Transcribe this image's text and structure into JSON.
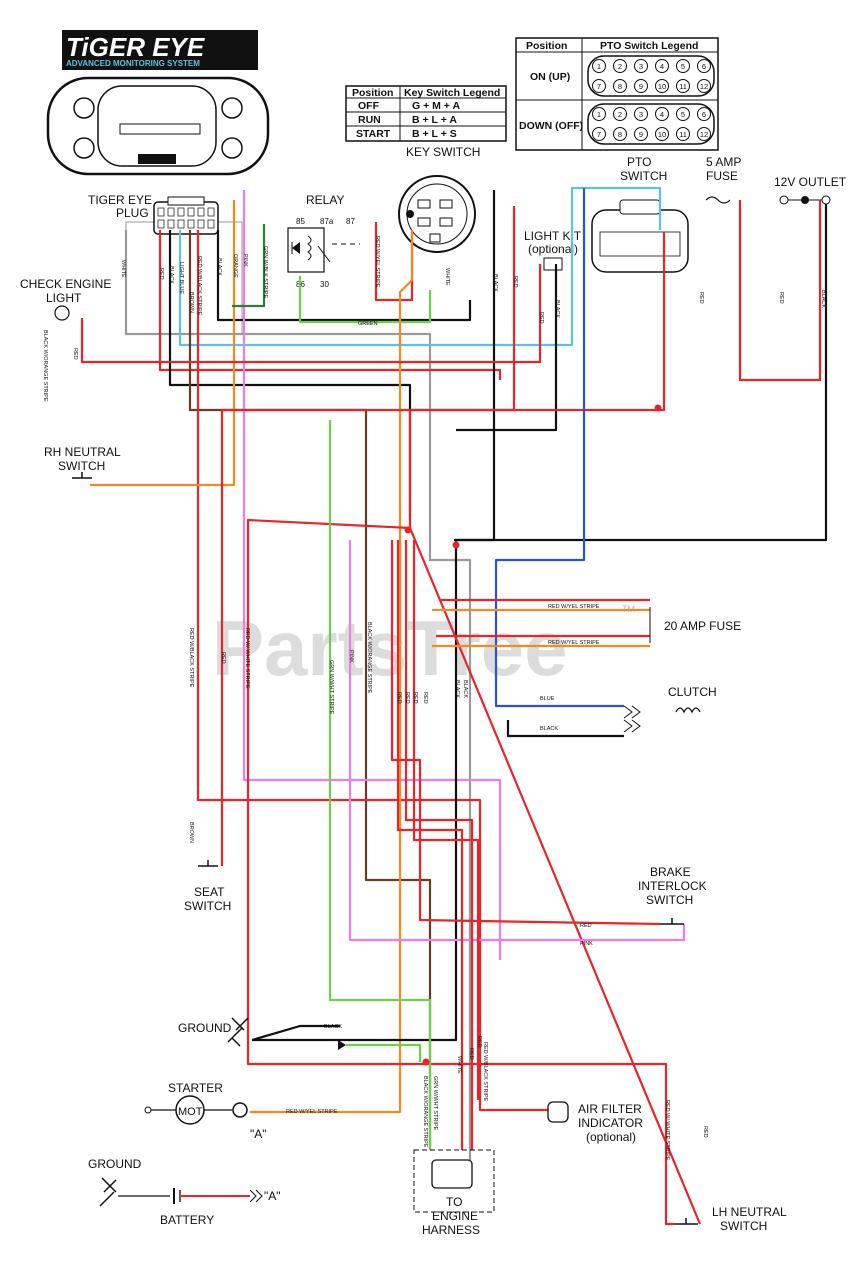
{
  "logo": {
    "title": "TiGER EYE",
    "subtitle": "ADVANCED MONITORING SYSTEM"
  },
  "watermark": {
    "text": "PartsTree",
    "tm": "TM"
  },
  "key_switch_legend": {
    "headers": [
      "Position",
      "Key Switch Legend"
    ],
    "rows": [
      [
        "OFF",
        "G + M + A"
      ],
      [
        "RUN",
        "B + L + A"
      ],
      [
        "START",
        "B + L + S"
      ]
    ]
  },
  "pto_switch_legend": {
    "headers": [
      "Position",
      "PTO Switch Legend"
    ],
    "rows": [
      [
        "ON (UP)"
      ],
      [
        "DOWN (OFF)"
      ]
    ],
    "pins": [
      "1",
      "2",
      "3",
      "4",
      "5",
      "6",
      "7",
      "8",
      "9",
      "10",
      "11",
      "12"
    ]
  },
  "components": {
    "tiger_eye_plug": [
      "TIGER EYE",
      "PLUG"
    ],
    "relay": "RELAY",
    "relay_terminals": [
      "85",
      "87a",
      "87",
      "86",
      "30"
    ],
    "key_switch": "KEY SWITCH",
    "light_kit": [
      "LIGHT KIT",
      "(optional)"
    ],
    "pto_switch": [
      "PTO",
      "SWITCH"
    ],
    "fuse_5a": [
      "5 AMP",
      "FUSE"
    ],
    "outlet": "12V OUTLET",
    "check_engine_light": [
      "CHECK ENGINE",
      "LIGHT"
    ],
    "rh_neutral_switch": [
      "RH NEUTRAL",
      "SWITCH"
    ],
    "fuse_20a": "20 AMP FUSE",
    "clutch": "CLUTCH",
    "seat_switch": [
      "SEAT",
      "SWITCH"
    ],
    "brake_interlock_switch": [
      "BRAKE",
      "INTERLOCK",
      "SWITCH"
    ],
    "ground_1": "GROUND",
    "starter": "STARTER",
    "starter_motor": "MOT",
    "starter_ref": "\"A\"",
    "air_filter": [
      "AIR FILTER",
      "INDICATOR",
      "(optional)"
    ],
    "ground_2": "GROUND",
    "battery": "BATTERY",
    "battery_ref": "\"A\"",
    "to_engine_harness": [
      "TO",
      "ENGINE",
      "HARNESS"
    ],
    "lh_neutral_switch": [
      "LH NEUTRAL",
      "SWITCH"
    ]
  },
  "wire_labels": {
    "white": "WHITE",
    "red": "RED",
    "black": "BLACK",
    "light_blue": "LIGHT BLUE",
    "brown": "BROWN",
    "orange": "ORANGE",
    "pink": "PINK",
    "green": "GREEN",
    "blue": "BLUE",
    "red_white_black": "RED W/BLACK STRIPE",
    "grn_white_blk": "GRN W/BLK STRIPE",
    "grn_white_wht": "GRN W/WHT STRIPE",
    "red_white_yel": "RED W/YEL STRIPE",
    "red_white_white": "RED W/ WHITE STRIPE",
    "black_white_orange": "BLACK W/ORANGE STRIPE"
  },
  "colors": {
    "red": "#e8252a",
    "black": "#111111",
    "orange": "#f28a1e",
    "pink": "#f27ae6",
    "green": "#6ed04a",
    "dark_green": "#2e7d32",
    "blue": "#2a52d6",
    "light_blue": "#5bc2e7",
    "brown": "#6b3a1f",
    "white_wire": "#9a9a9a"
  }
}
